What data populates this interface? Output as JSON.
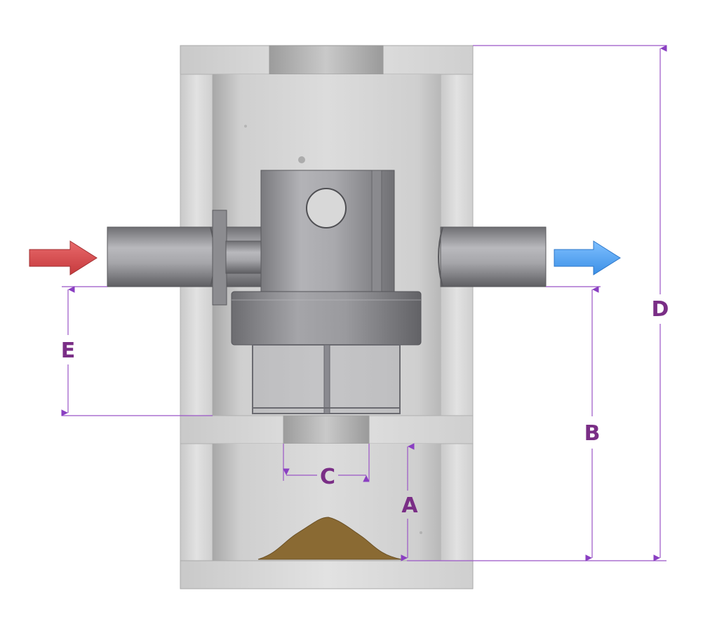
{
  "diagram": {
    "labels": {
      "A": "A",
      "B": "B",
      "C": "C",
      "D": "D",
      "E": "E"
    },
    "colors": {
      "dimension": "#7a2e86",
      "dimension_line": "#9a55c6",
      "inlet_arrow": "#d9474a",
      "outlet_arrow": "#4aa0f0",
      "concrete": "#d9d9d9",
      "steel": "#9a9a9e",
      "sediment": "#8a6a33"
    },
    "icons": {
      "inlet": "arrow-right-icon",
      "outlet": "arrow-right-icon"
    }
  }
}
